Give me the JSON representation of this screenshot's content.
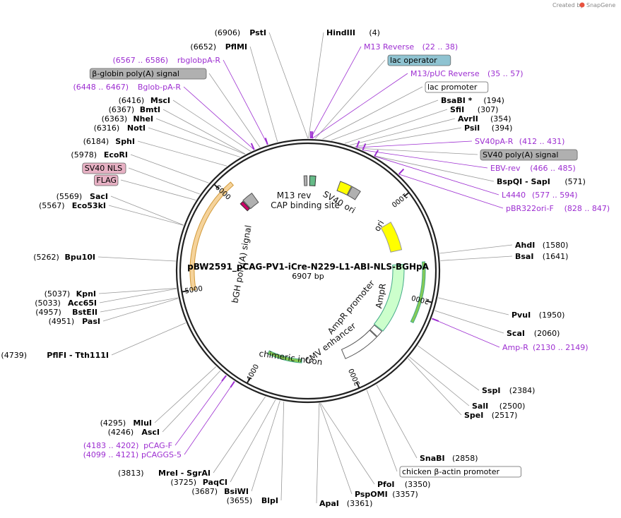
{
  "credit": {
    "prefix": "Created by",
    "brand": "SnapGene"
  },
  "plasmid": {
    "name": "pBW2591_pCAG-PV1-iCre-N229-L1-ABI-NLS-BGHpA",
    "size_label": "6907 bp",
    "length": 6907
  },
  "ticks": [
    {
      "pos": 1000,
      "label": "1000"
    },
    {
      "pos": 2000,
      "label": "2000"
    },
    {
      "pos": 3000,
      "label": "3000"
    },
    {
      "pos": 4000,
      "label": "4000"
    },
    {
      "pos": 5000,
      "label": "5000"
    },
    {
      "pos": 6000,
      "label": "6000"
    }
  ],
  "features_text": [
    {
      "text": "ori",
      "pos": 1460
    },
    {
      "text": "AmpR",
      "pos": 2200
    },
    {
      "text": "AmpR promoter",
      "pos": 2800
    },
    {
      "text": "CMV enhancer",
      "pos": 3230
    },
    {
      "text": "chimeric intron",
      "pos": 3900
    },
    {
      "text": "bGH poly(A) signal",
      "pos": 6160
    },
    {
      "text": "SV40 ori",
      "pos": 430
    },
    {
      "text": "M13 rev",
      "pos": 6880
    },
    {
      "text": "CAP binding site",
      "pos": 90
    }
  ],
  "labels": [
    {
      "pos": 6906,
      "name": "PstI",
      "coord": "(6906)",
      "type": "site"
    },
    {
      "pos": 4,
      "name": "HindIII",
      "coord": "(4)",
      "type": "site"
    },
    {
      "pos": 22,
      "name": "M13 Reverse",
      "coord": "(22 .. 38)",
      "type": "primer"
    },
    {
      "pos": 60,
      "name": "lac operator",
      "coord": "",
      "type": "box-blue"
    },
    {
      "pos": 35,
      "name": "M13/pUC Reverse",
      "coord": "(35 .. 57)",
      "type": "primer"
    },
    {
      "pos": 120,
      "name": "lac promoter",
      "coord": "",
      "type": "box-white"
    },
    {
      "pos": 194,
      "name": "BsaBI *",
      "coord": "(194)",
      "type": "site"
    },
    {
      "pos": 307,
      "name": "SfiI",
      "coord": "(307)",
      "type": "site"
    },
    {
      "pos": 354,
      "name": "AvrII",
      "coord": "(354)",
      "type": "site"
    },
    {
      "pos": 394,
      "name": "PsiI",
      "coord": "(394)",
      "type": "site"
    },
    {
      "pos": 412,
      "name": "SV40pA-R",
      "coord": "(412 .. 431)",
      "type": "primer"
    },
    {
      "pos": 430,
      "name": "SV40 poly(A) signal",
      "coord": "",
      "type": "box-gray"
    },
    {
      "pos": 466,
      "name": "EBV-rev",
      "coord": "(466 .. 485)",
      "type": "primer"
    },
    {
      "pos": 571,
      "name": "BspQI - SapI",
      "coord": "(571)",
      "type": "site"
    },
    {
      "pos": 577,
      "name": "L4440",
      "coord": "(577 .. 594)",
      "type": "primer"
    },
    {
      "pos": 828,
      "name": "pBR322ori-F",
      "coord": "(828 .. 847)",
      "type": "primer"
    },
    {
      "pos": 1580,
      "name": "AhdI",
      "coord": "(1580)",
      "type": "site"
    },
    {
      "pos": 1641,
      "name": "BsaI",
      "coord": "(1641)",
      "type": "site"
    },
    {
      "pos": 1950,
      "name": "PvuI",
      "coord": "(1950)",
      "type": "site"
    },
    {
      "pos": 2060,
      "name": "ScaI",
      "coord": "(2060)",
      "type": "site"
    },
    {
      "pos": 2130,
      "name": "Amp-R",
      "coord": "(2130 .. 2149)",
      "type": "primer"
    },
    {
      "pos": 2384,
      "name": "SspI",
      "coord": "(2384)",
      "type": "site"
    },
    {
      "pos": 2500,
      "name": "SalI",
      "coord": "(2500)",
      "type": "site"
    },
    {
      "pos": 2517,
      "name": "SpeI",
      "coord": "(2517)",
      "type": "site"
    },
    {
      "pos": 2858,
      "name": "SnaBI",
      "coord": "(2858)",
      "type": "site"
    },
    {
      "pos": 2950,
      "name": "chicken β-actin promoter",
      "coord": "",
      "type": "box-white"
    },
    {
      "pos": 3350,
      "name": "PfoI",
      "coord": "(3350)",
      "type": "site"
    },
    {
      "pos": 3357,
      "name": "PspOMI",
      "coord": "(3357)",
      "type": "site"
    },
    {
      "pos": 3361,
      "name": "ApaI",
      "coord": "(3361)",
      "type": "site"
    },
    {
      "pos": 3655,
      "name": "BlpI",
      "coord": "(3655)",
      "type": "site"
    },
    {
      "pos": 3687,
      "name": "BsiWI",
      "coord": "(3687)",
      "type": "site"
    },
    {
      "pos": 3725,
      "name": "PaqCI",
      "coord": "(3725)",
      "type": "site"
    },
    {
      "pos": 3813,
      "name": "MreI - SgrAI",
      "coord": "(3813)",
      "type": "site"
    },
    {
      "pos": 4099,
      "name": "pCAGGS-5",
      "coord": "(4099 .. 4121)",
      "type": "primer"
    },
    {
      "pos": 4183,
      "name": "pCAG-F",
      "coord": "(4183 .. 4202)",
      "type": "primer"
    },
    {
      "pos": 4246,
      "name": "AscI",
      "coord": "(4246)",
      "type": "site"
    },
    {
      "pos": 4295,
      "name": "MluI",
      "coord": "(4295)",
      "type": "site"
    },
    {
      "pos": 4739,
      "name": "PflFI - Tth111I",
      "coord": "(4739)",
      "type": "site"
    },
    {
      "pos": 4951,
      "name": "PasI",
      "coord": "(4951)",
      "type": "site"
    },
    {
      "pos": 4957,
      "name": "BstEII",
      "coord": "(4957)",
      "type": "site"
    },
    {
      "pos": 5033,
      "name": "Acc65I",
      "coord": "(5033)",
      "type": "site"
    },
    {
      "pos": 5037,
      "name": "KpnI",
      "coord": "(5037)",
      "type": "site"
    },
    {
      "pos": 5262,
      "name": "Bpu10I",
      "coord": "(5262)",
      "type": "site"
    },
    {
      "pos": 5567,
      "name": "Eco53kI",
      "coord": "(5567)",
      "type": "site"
    },
    {
      "pos": 5569,
      "name": "SacI",
      "coord": "(5569)",
      "type": "site"
    },
    {
      "pos": 5800,
      "name": "FLAG",
      "coord": "",
      "type": "box-pink"
    },
    {
      "pos": 5860,
      "name": "SV40 NLS",
      "coord": "",
      "type": "box-pink"
    },
    {
      "pos": 5978,
      "name": "EcoRI",
      "coord": "(5978)",
      "type": "site"
    },
    {
      "pos": 6184,
      "name": "SphI",
      "coord": "(6184)",
      "type": "site"
    },
    {
      "pos": 6316,
      "name": "NotI",
      "coord": "(6316)",
      "type": "site"
    },
    {
      "pos": 6363,
      "name": "NheI",
      "coord": "(6363)",
      "type": "site"
    },
    {
      "pos": 6367,
      "name": "BmtI",
      "coord": "(6367)",
      "type": "site"
    },
    {
      "pos": 6416,
      "name": "MscI",
      "coord": "(6416)",
      "type": "site"
    },
    {
      "pos": 6448,
      "name": "Bglob-pA-R",
      "coord": "(6448 .. 6467)",
      "type": "primer"
    },
    {
      "pos": 6500,
      "name": "β-globin poly(A) signal",
      "coord": "",
      "type": "box-gray"
    },
    {
      "pos": 6567,
      "name": "rbglobpA-R",
      "coord": "(6567 .. 6586)",
      "type": "primer"
    },
    {
      "pos": 6652,
      "name": "PflMI",
      "coord": "(6652)",
      "type": "site"
    }
  ],
  "colors": {
    "backbone": "#222222",
    "primer": "#9d2ed1",
    "ori": "#ffff00",
    "ampr": "#ccffcc",
    "gray_feature": "#b0b0b0",
    "bgh": "#f5d39b",
    "intron_green": "#88cc55",
    "lac_operator_box": "#8fc3d1",
    "pink_box": "#e7b1c4"
  }
}
